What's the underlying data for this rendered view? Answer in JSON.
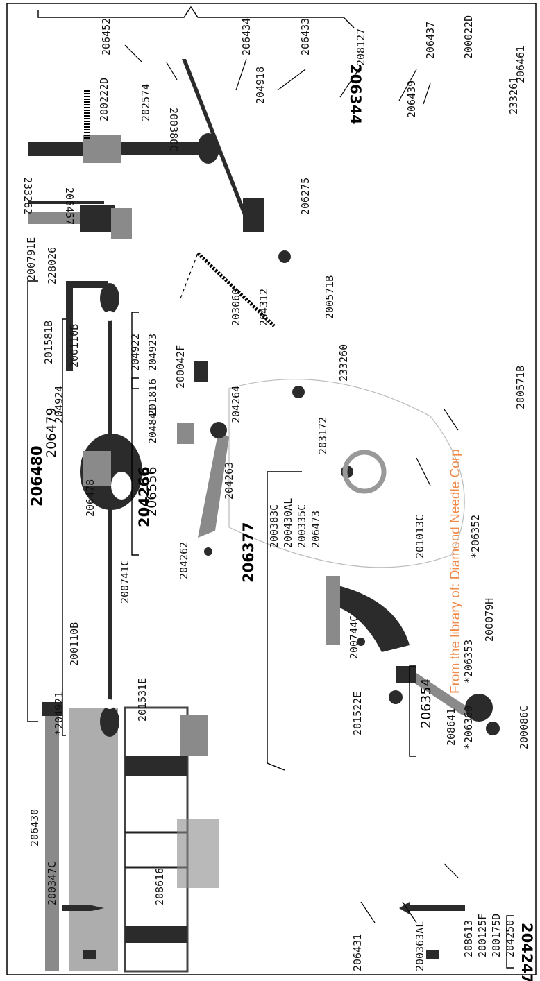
{
  "title": "",
  "watermark": "From the library of: Diamond Needle Corp",
  "assembly_numbers": {
    "a206344": "206344",
    "a206480": "206480",
    "a206479": "206479",
    "a204266": "204266",
    "a206556": "206556",
    "a206377": "206377",
    "a204247": "204247",
    "a206354": "206354"
  },
  "parts": {
    "p206452": "206452",
    "p200222D": "200222D",
    "p202574": "202574",
    "p200380C": "200380C",
    "p206434": "206434",
    "p204918": "204918",
    "p206433": "206433",
    "p208127": "208127",
    "p206437": "206437",
    "p200022D": "200022D",
    "p206461": "206461",
    "p206439": "206439",
    "p233261": "233261",
    "p233262": "233262",
    "p206457": "206457",
    "p206275": "206275",
    "p200791E": "200791E",
    "p228026": "228026",
    "p204312": "204312",
    "p203060": "203060",
    "p200571B_a": "200571B",
    "p201581B": "201581B",
    "p200110B_a": "200110B",
    "p204922": "204922",
    "p204923": "204923",
    "p204924": "204924",
    "p201816": "201816",
    "p200042F": "200042F",
    "p204841": "204841",
    "p233260": "233260",
    "p200571B_b": "200571B",
    "p204264": "204264",
    "p204263": "204263",
    "p203172": "203172",
    "p206478": "206478",
    "p204262": "204262",
    "p200383C": "200383C",
    "p200430AL": "200430AL",
    "p200335C": "200335C",
    "p206473": "206473",
    "p201013C": "201013C",
    "p206352": "*206352",
    "p200110B_b": "200110B",
    "p200741C": "200741C",
    "p204921": "*204921",
    "p201531E": "201531E",
    "p200744C": "200744C",
    "p206353": "*206353",
    "p200079H": "200079H",
    "p201522E": "201522E",
    "p208641": "208641",
    "p206360": "*206360",
    "p200086C": "200086C",
    "p206430": "206430",
    "p200347C": "200347C",
    "p208616": "208616",
    "p206431": "206431",
    "p200363AL": "200363AL",
    "p208613": "208613",
    "p200125F": "200125F",
    "p200175D": "200175D",
    "p204250": "204250"
  }
}
